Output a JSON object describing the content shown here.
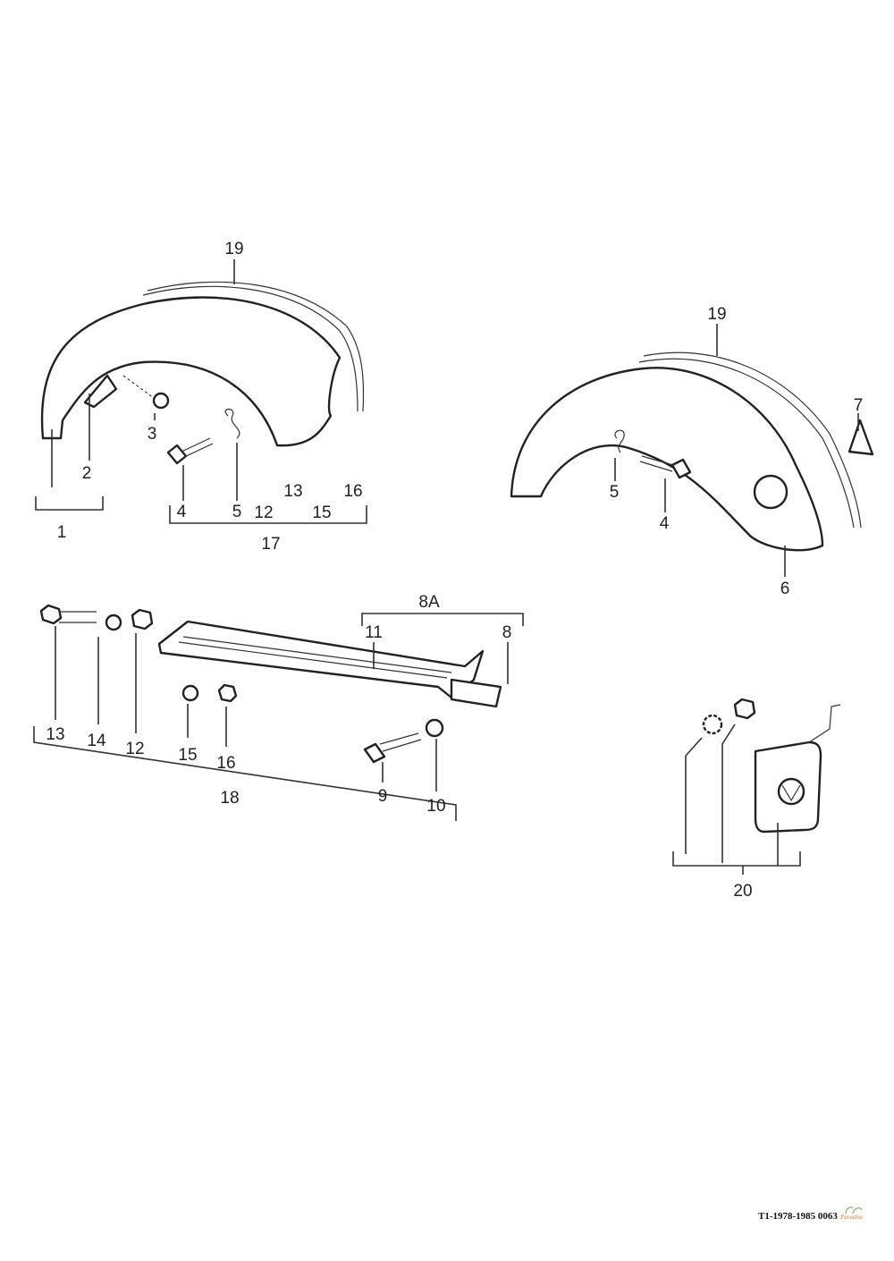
{
  "labels": {
    "rear_fender": {
      "guard_strip": "19",
      "nut": "3",
      "bracket": "2",
      "fender": "1",
      "bolt": "4",
      "clip": "5",
      "a13": "13",
      "a16": "16",
      "a12": "12",
      "a15": "15",
      "kit": "17"
    },
    "front_fender": {
      "guard_strip": "19",
      "cap": "7",
      "clip": "5",
      "bolt": "4",
      "fender": "6"
    },
    "running_board": {
      "assembly": "8A",
      "board": "11",
      "bracket": "8",
      "bolt": "13",
      "washer": "14",
      "nut": "12",
      "washer2": "15",
      "nut2": "16",
      "kit": "18",
      "bolt2": "9",
      "washer3": "10"
    },
    "license_plate": {
      "kit": "20"
    }
  },
  "footer": {
    "code": "T1-1978-1985 0063",
    "logo_text": "Paradise"
  },
  "colors": {
    "ink": "#222222",
    "logo": "#e07a3a"
  }
}
